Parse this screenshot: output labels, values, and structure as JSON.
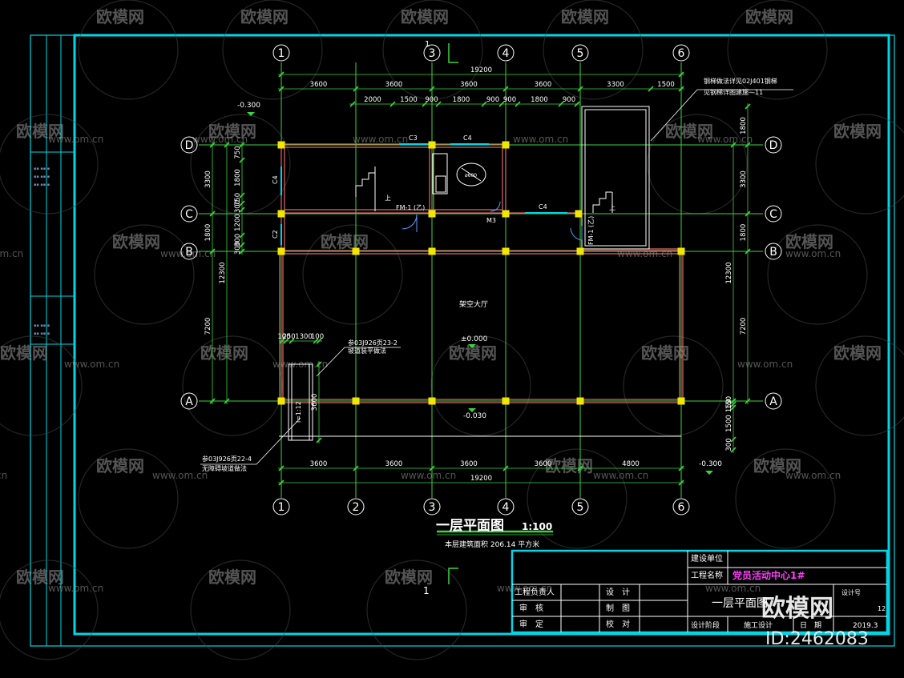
{
  "drawing": {
    "title": "一层平面图",
    "scale": "1:100",
    "area_note": "本层建筑面积 206.14 平方米",
    "hall_label": "架空大厅",
    "section_mark": "1",
    "level_zero": "±0.000",
    "level_m0030": "-0.030",
    "level_m0300": "-0.300",
    "notes": {
      "ref_top": "钢梯做法详见02J401钢梯",
      "ref_top2": "见钢梯详图建施—11",
      "ref_ramp1": "参03J926页23-2",
      "ref_ramp1b": "坡道装平做法",
      "ref_ramp2": "参03J926页22-4",
      "ref_ramp2b": "无障碍坡道做法",
      "slope": "i=1:12"
    },
    "doors_windows": {
      "c3": "C3",
      "c4a": "C4",
      "c4b": "C4",
      "c4c": "C4",
      "c2": "C2",
      "fm1a": "FM-1 (乙)",
      "fm1b": "FM-1 (乙)",
      "m3": "M3",
      "shu": "上",
      "shu2": "上",
      "dia": "ø600"
    }
  },
  "grid": {
    "cols": [
      "1",
      "2",
      "3",
      "4",
      "5",
      "6"
    ],
    "rows": [
      "D",
      "C",
      "B",
      "A"
    ]
  },
  "dims": {
    "top_total": "19200",
    "top_spans": [
      "3600",
      "3600",
      "3600",
      "3600",
      "3300",
      "1500"
    ],
    "top_sub": [
      "2000",
      "1500",
      "900",
      "1800",
      "900",
      "900",
      "1800",
      "900"
    ],
    "bottom_total": "19200",
    "bottom_spans": [
      "3600",
      "3600",
      "3600",
      "3600",
      "4800"
    ],
    "left_outer": [
      "3300",
      "1800",
      "7200"
    ],
    "left_total": "12300",
    "left_inner": [
      "750",
      "1800",
      "750",
      "300",
      "1200",
      "300",
      "300"
    ],
    "right_outer": [
      "1800",
      "3300",
      "1800",
      "7200"
    ],
    "right_total": "12300",
    "right_tail": [
      "150",
      "150",
      "1500",
      "300"
    ],
    "ramp_top": [
      "100",
      "250",
      "1300",
      "100"
    ],
    "ramp_len": "3600"
  },
  "title_block": {
    "build_unit_label": "建设单位",
    "project_name_label": "工程名称",
    "project_name": "党员活动中心1#",
    "chief_label": "工程负责人",
    "review_label": "审　核",
    "approve_label": "审　定",
    "design_label": "设　计",
    "draw_label": "制　图",
    "check_label": "校　对",
    "drawing_name": "一层平面图",
    "stage_label": "设计阶段",
    "stage_value": "施工设计",
    "date_label": "日　期",
    "date_value": "2019.3",
    "sheet_no": "12",
    "sheet_label": "设计号"
  },
  "watermark": {
    "brand": "欧模网",
    "site": "www.om.cn",
    "id": "ID:2462083"
  },
  "colors": {
    "frame": "#00d7e6",
    "grid": "#3cd43c",
    "wall": "#e06a6a",
    "column": "#f2e600",
    "text": "#ffffff",
    "magenta": "#ff3cff"
  }
}
